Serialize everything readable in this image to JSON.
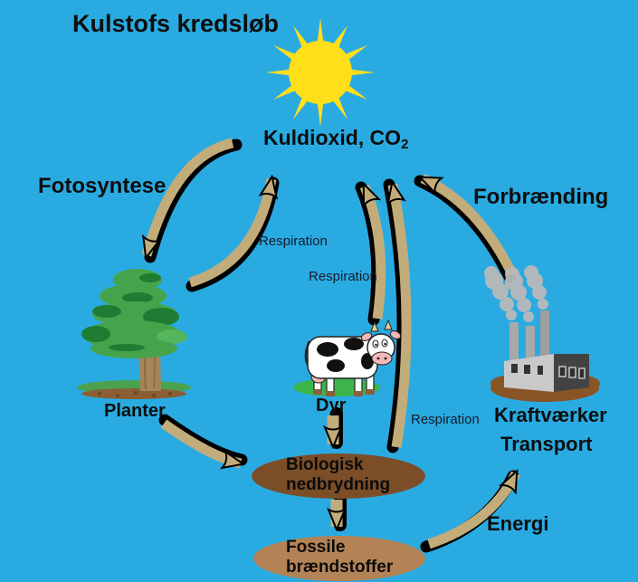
{
  "title": "Kulstofs kredsløb",
  "labels": {
    "co2_main": "Kuldioxid, CO",
    "co2_sub": "2",
    "fotosyntese": "Fotosyntese",
    "forbraending": "Forbrænding",
    "planter": "Planter",
    "dyr": "Dyr",
    "kraftvaerker": "Kraftværker",
    "transport": "Transport",
    "energi": "Energi"
  },
  "respiration_labels": {
    "tree": "Respiration",
    "animal": "Respiration",
    "decomposition": "Respiration"
  },
  "process_nodes": {
    "biologisk": {
      "line1": "Biologisk",
      "line2": "nedbrydning"
    },
    "fossile": {
      "line1": "Fossile",
      "line2": "brændstoffer"
    }
  },
  "icons": {
    "sun": "sun-icon",
    "tree": "tree-icon",
    "cow": "cow-icon",
    "factory": "factory-icon"
  },
  "colors": {
    "background": "#29ABE2",
    "arrow_fill": "#C2AC7A",
    "arrow_outline": "#000000",
    "sun": "#FFDE1A",
    "biologisk_fill": "#7C4E28",
    "fossile_fill": "#B38355",
    "text": "#0E0E0E",
    "respiration_text": "#19192A"
  }
}
